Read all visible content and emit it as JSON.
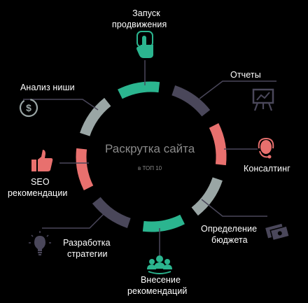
{
  "colors": {
    "background": "#000000",
    "green": "#2bb58f",
    "dark": "#4a475a",
    "coral": "#e8706e",
    "gray": "#9aa6a5",
    "line": "#4a475a",
    "text": "#ffffff",
    "center_text": "#8a8a8a"
  },
  "center": {
    "title": "Раскрутка сайта",
    "subtitle": "в ТОП 10"
  },
  "steps": [
    {
      "id": "launch",
      "line1": "Запуск",
      "line2": "продвижения",
      "icon": "touch-pointer-icon",
      "segment_color": "green"
    },
    {
      "id": "reports",
      "line1": "Отчеты",
      "line2": "",
      "icon": "presentation-board-icon",
      "segment_color": "dark"
    },
    {
      "id": "consulting",
      "line1": "Консалтинг",
      "line2": "",
      "icon": "headset-icon",
      "segment_color": "coral"
    },
    {
      "id": "budget",
      "line1": "Определение",
      "line2": "бюджета",
      "icon": "money-cash-icon",
      "segment_color": "gray"
    },
    {
      "id": "implementation",
      "line1": "Внесение",
      "line2": "рекомендаций",
      "icon": "team-people-icon",
      "segment_color": "green"
    },
    {
      "id": "strategy",
      "line1": "Разработка",
      "line2": "стратегии",
      "icon": "lightbulb-icon",
      "segment_color": "dark"
    },
    {
      "id": "seo",
      "line1": "SEO",
      "line2": "рекомендации",
      "icon": "thumbs-up-icon",
      "segment_color": "coral"
    },
    {
      "id": "niche",
      "line1": "Анализ ниши",
      "line2": "",
      "icon": "dollar-coin-icon",
      "segment_color": "gray"
    }
  ]
}
